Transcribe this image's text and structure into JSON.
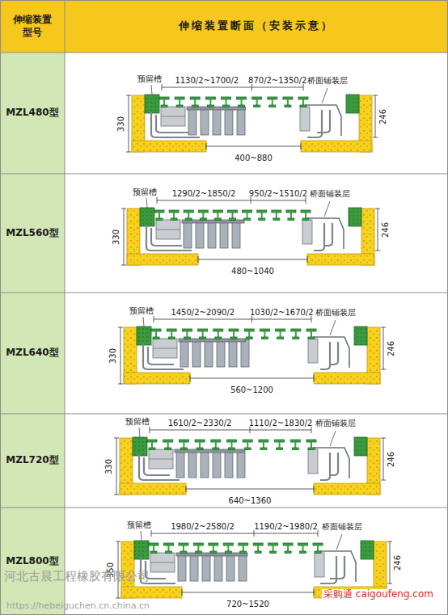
{
  "diagram": {
    "nodes": [
      {
        "text": [
          "伸缩装置 型号"
        ]
      },
      {
        "text": [
          "伸缩装置断面（安装示意）"
        ]
      },
      {
        "text": [
          "MZL480型"
        ]
      },
      {
        "text": [
          "MZL560型"
        ]
      },
      {
        "text": [
          "MZL640型"
        ]
      },
      {
        "text": [
          "MZL720型"
        ]
      },
      {
        "text": [
          "MZL800型"
        ]
      }
    ],
    "edges": [],
    "labels": [
      "预留槽",
      "1130/2~1700/2",
      "870/2~1350/2",
      "桥面铺装层",
      "330",
      "246",
      "400~880",
      "预留槽",
      "1290/2~1850/2",
      "950/2~1510/2",
      "桥面铺装层",
      "330",
      "246",
      "480~1040",
      "预留槽",
      "1450/2~2090/2",
      "1030/2~1670/2",
      "桥面铺装层",
      "330",
      "246",
      "560~1200",
      "预留槽",
      "1610/2~2330/2",
      "1110/2~1830/2",
      "桥面铺装层",
      "330",
      "246",
      "640~1360",
      "预留槽",
      "1980/2~2580/2",
      "1190/2~1980/2",
      "桥面铺装层",
      "350",
      "246",
      "720~1520",
      "河北古晨工程橡胶有限公司",
      "https://hebeiguchen.cn.china.cn",
      "采购通 caigoufeng.com"
    ]
  }
}
